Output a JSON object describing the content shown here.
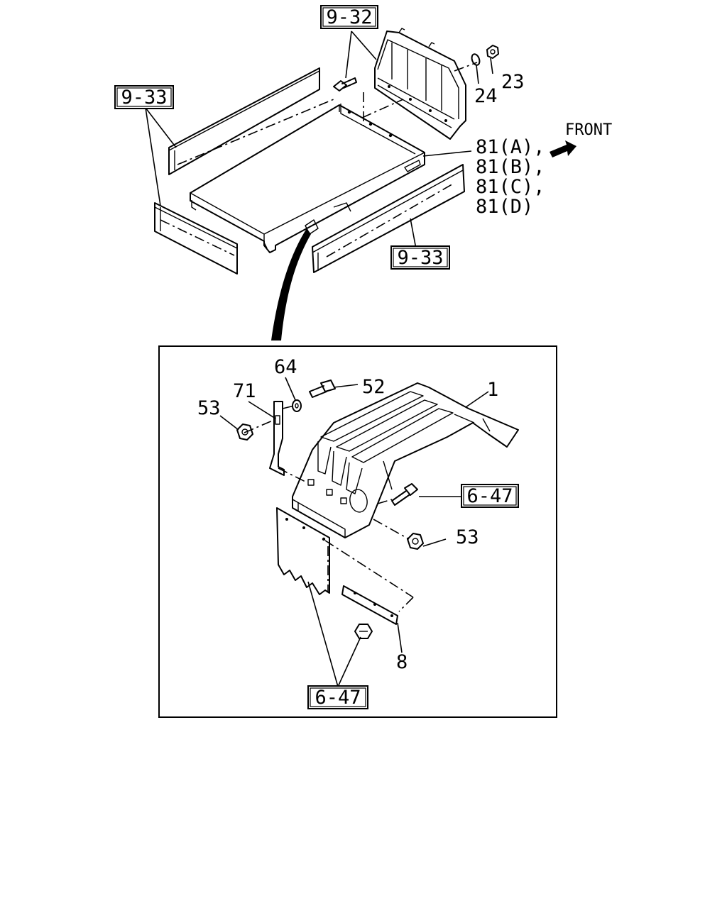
{
  "diagram": {
    "direction_label": "FRONT",
    "callouts": {
      "ref_9_32": "9-32",
      "ref_9_33_left": "9-33",
      "ref_9_33_right": "9-33",
      "ref_6_47_bolt": "6-47",
      "ref_6_47_bottom": "6-47"
    },
    "part_numbers": {
      "p23": "23",
      "p24": "24",
      "p81a": "81(A),",
      "p81b": "81(B),",
      "p81c": "81(C),",
      "p81d": "81(D)",
      "p64": "64",
      "p52": "52",
      "p71": "71",
      "p53_top": "53",
      "p1": "1",
      "p53_bottom": "53",
      "p8": "8"
    }
  }
}
